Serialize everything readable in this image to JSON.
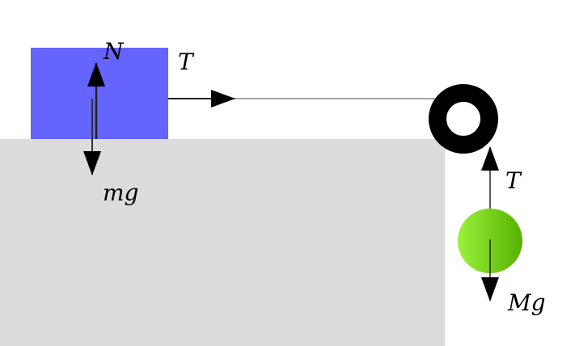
{
  "labels": {
    "normal_force": "N",
    "tension_block": "T",
    "block_weight": "mg",
    "tension_ball": "T",
    "ball_weight": "Mg"
  },
  "colors": {
    "table": "#dcdcdc",
    "block": "#6464ff",
    "ball_light": "#9af23a",
    "ball_dark": "#55b000",
    "pulley": "#000000"
  }
}
